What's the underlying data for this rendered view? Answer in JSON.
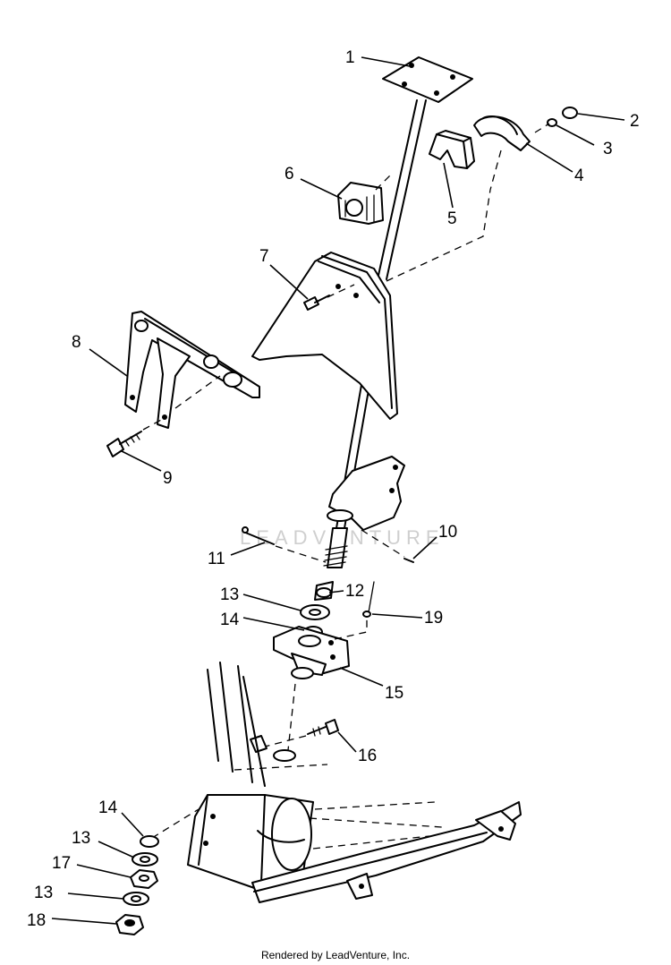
{
  "callouts": [
    {
      "label": "1"
    },
    {
      "label": "2"
    },
    {
      "label": "3"
    },
    {
      "label": "4"
    },
    {
      "label": "5"
    },
    {
      "label": "6"
    },
    {
      "label": "7"
    },
    {
      "label": "8"
    },
    {
      "label": "9"
    },
    {
      "label": "10"
    },
    {
      "label": "11"
    },
    {
      "label": "12"
    },
    {
      "label": "13"
    },
    {
      "label": "14"
    },
    {
      "label": "15"
    },
    {
      "label": "19"
    },
    {
      "label": "16"
    },
    {
      "label": "14"
    },
    {
      "label": "13"
    },
    {
      "label": "17"
    },
    {
      "label": "13"
    },
    {
      "label": "18"
    }
  ],
  "watermark": "LEADVENTURE",
  "credit": "Rendered by LeadVenture, Inc."
}
